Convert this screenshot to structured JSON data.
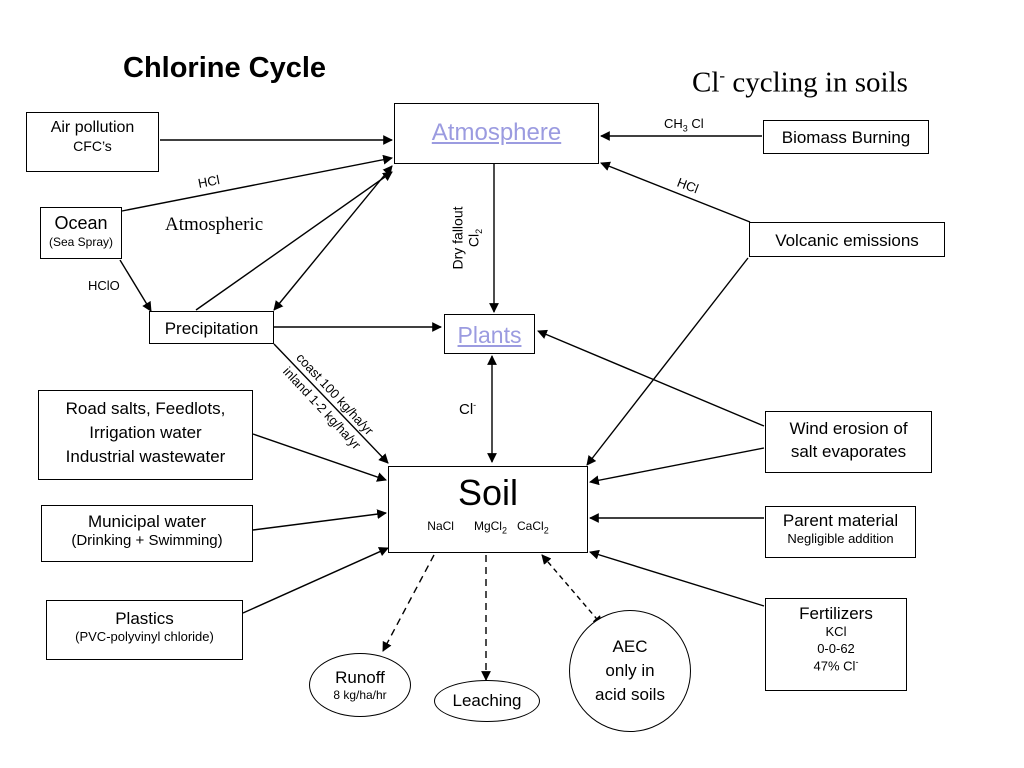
{
  "title": "Chlorine Cycle",
  "subtitle": {
    "main": "Cl",
    "sup": "-",
    "rest": " cycling in soils"
  },
  "nodes": {
    "atmosphere": "Atmosphere",
    "air_pollution": {
      "line1": "Air pollution",
      "line2": "CFC’s"
    },
    "biomass": "Biomass Burning",
    "ocean": {
      "line1": "Ocean",
      "line2": "(Sea Spray)"
    },
    "volcanic": "Volcanic emissions",
    "precipitation": "Precipitation",
    "plants": "Plants",
    "road_salts": {
      "line1": "Road salts, Feedlots,",
      "line2": "Irrigation  water",
      "line3": "Industrial wastewater"
    },
    "municipal": {
      "line1": "Municipal  water",
      "line2": "(Drinking + Swimming)"
    },
    "plastics": {
      "line1": "Plastics",
      "line2": "(PVC-polyvinyl chloride)"
    },
    "wind": {
      "line1": "Wind erosion of",
      "line2": "salt evaporates"
    },
    "soil": {
      "title": "Soil",
      "c1": "NaCl",
      "c2": "MgCl",
      "c2sub": "2",
      "c3": "CaCl",
      "c3sub": "2"
    },
    "parent": {
      "line1": "Parent material",
      "line2": "Negligible addition"
    },
    "fertilizers": {
      "line1": "Fertilizers",
      "line2": "KCl",
      "line3": "0-0-62",
      "line4": "47% Cl",
      "line4sup": "-"
    },
    "runoff": {
      "line1": "Runoff",
      "line2": "8 kg/ha/hr"
    },
    "leaching": "Leaching",
    "aec": {
      "line1": "AEC",
      "line2": "only in",
      "line3": "acid soils"
    }
  },
  "labels": {
    "ch3cl": {
      "a": "CH",
      "sub": "3",
      "b": " Cl"
    },
    "hcl_left": "HCl",
    "hcl_right": "HCl",
    "atmospheric": "Atmospheric",
    "hclo": "HClO",
    "dry_fallout": "Dry fallout",
    "cl2": {
      "a": "Cl",
      "sub": "2"
    },
    "cl_minus": {
      "a": "Cl",
      "sup": "-"
    },
    "coast": "coast 100 kg/ha/yr",
    "inland": "inland 1-2 kg/ha/yr"
  }
}
